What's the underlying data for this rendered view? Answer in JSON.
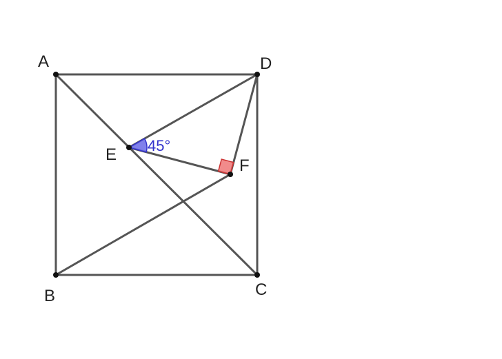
{
  "diagram": {
    "points": [
      {
        "id": "A",
        "label": "A"
      },
      {
        "id": "B",
        "label": "B"
      },
      {
        "id": "C",
        "label": "C"
      },
      {
        "id": "D",
        "label": "D"
      },
      {
        "id": "E",
        "label": "E"
      },
      {
        "id": "F",
        "label": "F"
      }
    ],
    "segments": [
      [
        "A",
        "D"
      ],
      [
        "A",
        "B"
      ],
      [
        "B",
        "C"
      ],
      [
        "C",
        "D"
      ],
      [
        "A",
        "C"
      ],
      [
        "E",
        "D"
      ],
      [
        "E",
        "F"
      ],
      [
        "F",
        "D"
      ],
      [
        "B",
        "F"
      ]
    ],
    "angle_mark": {
      "vertex": "E",
      "label": "45°",
      "color": "#3333cc",
      "fill": "#6a6ae8"
    },
    "right_angle_mark": {
      "vertex": "F",
      "color": "#cc3333",
      "fill": "#ee7777"
    }
  }
}
